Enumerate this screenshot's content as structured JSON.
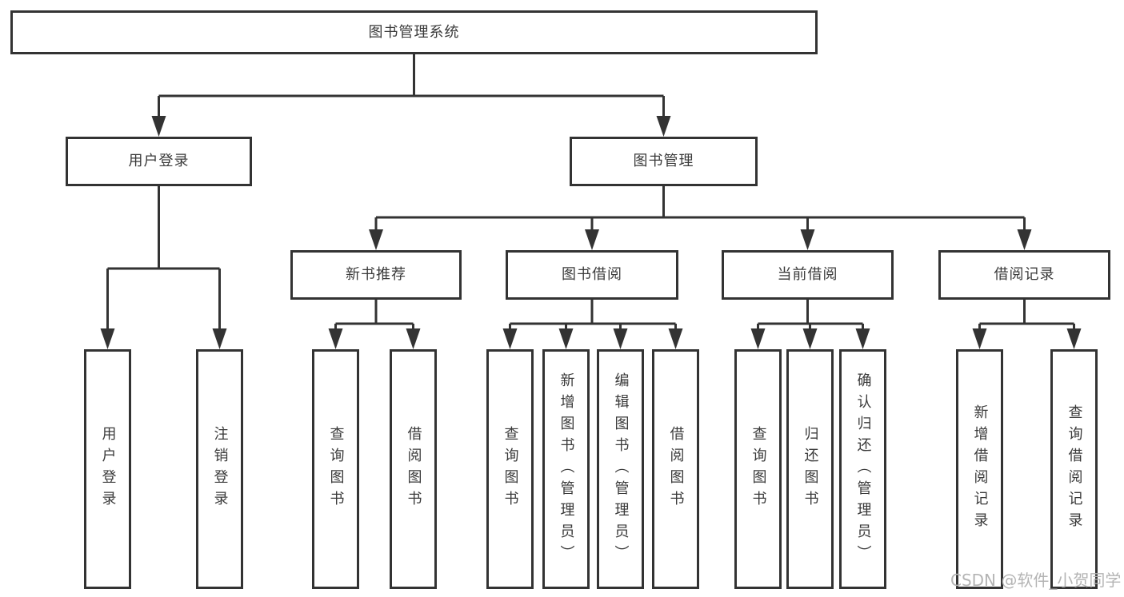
{
  "tree": {
    "root": {
      "label": "图书管理系统"
    },
    "branches": [
      {
        "label": "用户登录",
        "children": [
          {
            "label": "用户登录"
          },
          {
            "label": "注销登录"
          }
        ]
      },
      {
        "label": "图书管理",
        "children": [
          {
            "label": "新书推荐",
            "children": [
              {
                "label": "查询图书"
              },
              {
                "label": "借阅图书"
              }
            ]
          },
          {
            "label": "图书借阅",
            "children": [
              {
                "label": "查询图书"
              },
              {
                "label": "新增图书（管理员）"
              },
              {
                "label": "编辑图书（管理员）"
              },
              {
                "label": "借阅图书"
              }
            ]
          },
          {
            "label": "当前借阅",
            "children": [
              {
                "label": "查询图书"
              },
              {
                "label": "归还图书"
              },
              {
                "label": "确认归还（管理员）"
              }
            ]
          },
          {
            "label": "借阅记录",
            "children": [
              {
                "label": "新增借阅记录"
              },
              {
                "label": "查询借阅记录"
              }
            ]
          }
        ]
      }
    ]
  },
  "watermark": {
    "text": "CSDN @软件_小贺同学",
    "color": "#b4b4b4"
  },
  "colors": {
    "line": "#333333",
    "box_border": "#333333",
    "text": "#3a3a3a",
    "background": "#ffffff"
  }
}
